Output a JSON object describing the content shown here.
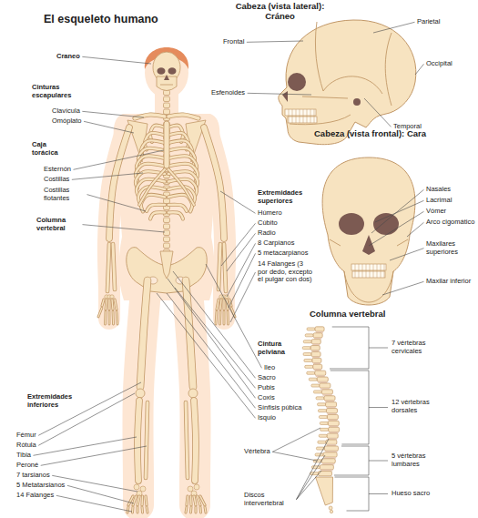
{
  "diagram": {
    "title": "El esqueleto humano",
    "labels": [
      "Cabeza (vista lateral): Cráneo",
      "Frontal",
      "Parietal",
      "Occipital",
      "Esfenoides",
      "Temporal",
      "Cabeza (vista frontal): Cara",
      "Nasales",
      "Lacrimal",
      "Vómer",
      "Arco cigomático",
      "Maxilares superiores",
      "Maxilar inferior",
      "Craneo",
      "Cinturas escapulares",
      "Clavícula",
      "Omóplato",
      "Caja torácica",
      "Esternón",
      "Costillas",
      "Costillas flotantes",
      "Columna vertebral",
      "Extremidades superiores",
      "Húmero",
      "Cúbito",
      "Radio",
      "8 Carpianos",
      "5 metacarpianos",
      "14 Falanges (3 por dedo, excepto el pulgar con dos)",
      "Cintura pelviana",
      "Ileo",
      "Sacro",
      "Pubis",
      "Coxis",
      "Sínfisis púbica",
      "Isquio",
      "Extremidades inferiores",
      "Fémur",
      "Rótula",
      "Tibia",
      "Peroné",
      "7 tarsianos",
      "5 Metatarsianos",
      "14 Falanges",
      "Columna vertebral",
      "7 vértebras cervicales",
      "12 vértebras dorsales",
      "5 vértebras lumbares",
      "Hueso sacro",
      "Vértebra",
      "Discos intervertebral"
    ]
  }
}
